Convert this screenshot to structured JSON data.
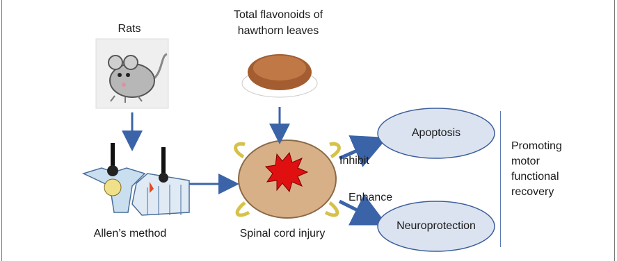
{
  "labels": {
    "rats": "Rats",
    "flavonoids_line1": "Total flavonoids of",
    "flavonoids_line2": "hawthorn leaves",
    "allen": "Allen’s method",
    "injury": "Spinal cord injury",
    "inhibit": "Inhibit",
    "enhance": "Enhance",
    "apoptosis": "Apoptosis",
    "neuroprotection": "Neuroprotection",
    "recovery": [
      "Promoting",
      "motor",
      "functional",
      "recovery"
    ]
  },
  "colors": {
    "arrow": "#3b64a8",
    "ellipse_fill": "#dbe3f0",
    "ellipse_stroke": "#3d5f9c",
    "powder": "#b06a3c",
    "spine": "#c9dff0",
    "cord": "#d8b088",
    "lesion": "#e01010"
  }
}
